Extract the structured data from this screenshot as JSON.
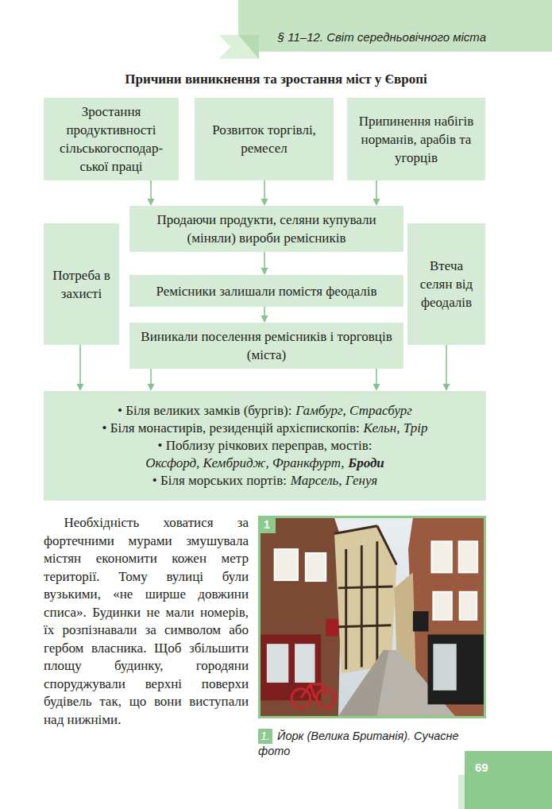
{
  "diagram": {
    "title": "Причини виникнення та зростання міст у Європі",
    "nodes": [
      {
        "text": [
          "Зростання продуктивності сільськогосподар­ської праці"
        ]
      },
      {
        "text": [
          "Розвиток торгівлі, ремесел"
        ]
      },
      {
        "text": [
          "Припинення набігів норманів, арабів та угорців"
        ]
      },
      {
        "text": [
          "Продаючи продукти, селяни купували (міняли) вироби ремісників"
        ]
      },
      {
        "text": [
          "Потреба в захисті"
        ]
      },
      {
        "text": [
          "Ремісники залишали помістя феодалів"
        ]
      },
      {
        "text": [
          "Втеча селян від феодалів"
        ]
      },
      {
        "text": [
          "Виникали поселення ремісників і торговців (міста)"
        ]
      },
      {
        "text": [
          "• Біля великих замків (бургів):",
          "Гамбург, Страсбург",
          "• Біля монастирів, резиденцій архієпископів:",
          "Кельн, Трір",
          "• Поблизу річкових переправ, мостів:",
          "Оксфорд, Кембридж, Франкфурт,",
          "Броди",
          "• Біля морських портів:",
          "Марсель, Генуя"
        ]
      }
    ],
    "edges": [
      {
        "from": 0,
        "to": 3,
        "arrow": "to"
      },
      {
        "from": 1,
        "to": 3,
        "arrow": "to"
      },
      {
        "from": 2,
        "to": 3,
        "arrow": "to"
      },
      {
        "from": 3,
        "to": 5,
        "arrow": "to"
      },
      {
        "from": 5,
        "to": 7,
        "arrow": "to"
      },
      {
        "from": 4,
        "to": 8,
        "arrow": "to"
      },
      {
        "from": 7,
        "to": 8,
        "arrow": "to"
      },
      {
        "from": 7,
        "to": 8,
        "arrow": "to"
      },
      {
        "from": 6,
        "to": 8,
        "arrow": "to"
      }
    ],
    "labels": [
      "§ 11–12. Світ середньовічного міста",
      "Необхідність ховатися за фортечними мурами змушувала містян економити кожен метр території. Тому вулиці були вузькими, «не ширше довжини списа». Будинки не мали номерів, їх розпізнавали за символом або гербом власника. Щоб збільшити площу будинку, городяни споруджували верхні поверхи будівель так, що вони виступали над нижніми.",
      "1",
      "1.",
      "Йорк (Велика Британія). Сучасне фото",
      "69"
    ]
  }
}
